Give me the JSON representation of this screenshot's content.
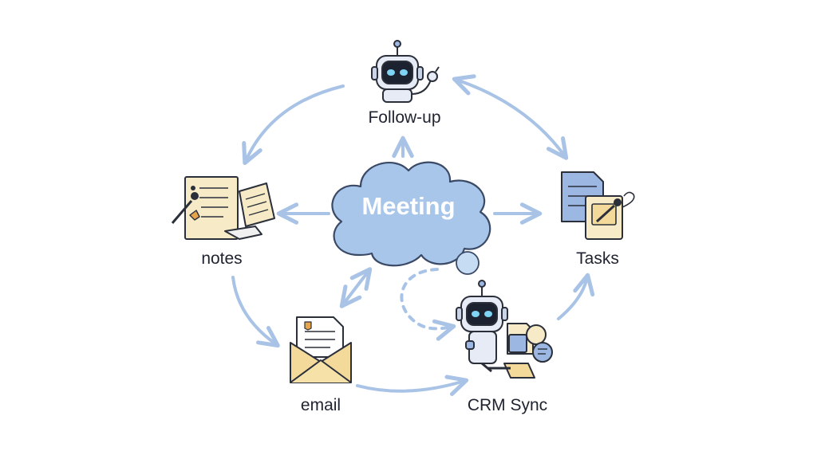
{
  "center": {
    "label": "Meeting"
  },
  "nodes": {
    "follow_up": {
      "label": "Follow-up"
    },
    "notes": {
      "label": "notes"
    },
    "tasks": {
      "label": "Tasks"
    },
    "email": {
      "label": "email"
    },
    "crm_sync": {
      "label": "CRM Sync"
    }
  },
  "colors": {
    "arrow": "#a9c3e6",
    "cloud_fill": "#a8c6ea",
    "cloud_stroke": "#3a4a66",
    "outline": "#2a2f3a",
    "paper": "#f6ebc6",
    "robot_face": "#1d2230",
    "robot_eye": "#7fd3f5",
    "doc_blue": "#9db7e3"
  },
  "icons": [
    "robot-icon",
    "notes-icon",
    "tasks-icon",
    "email-icon",
    "crm-sync-icon"
  ]
}
